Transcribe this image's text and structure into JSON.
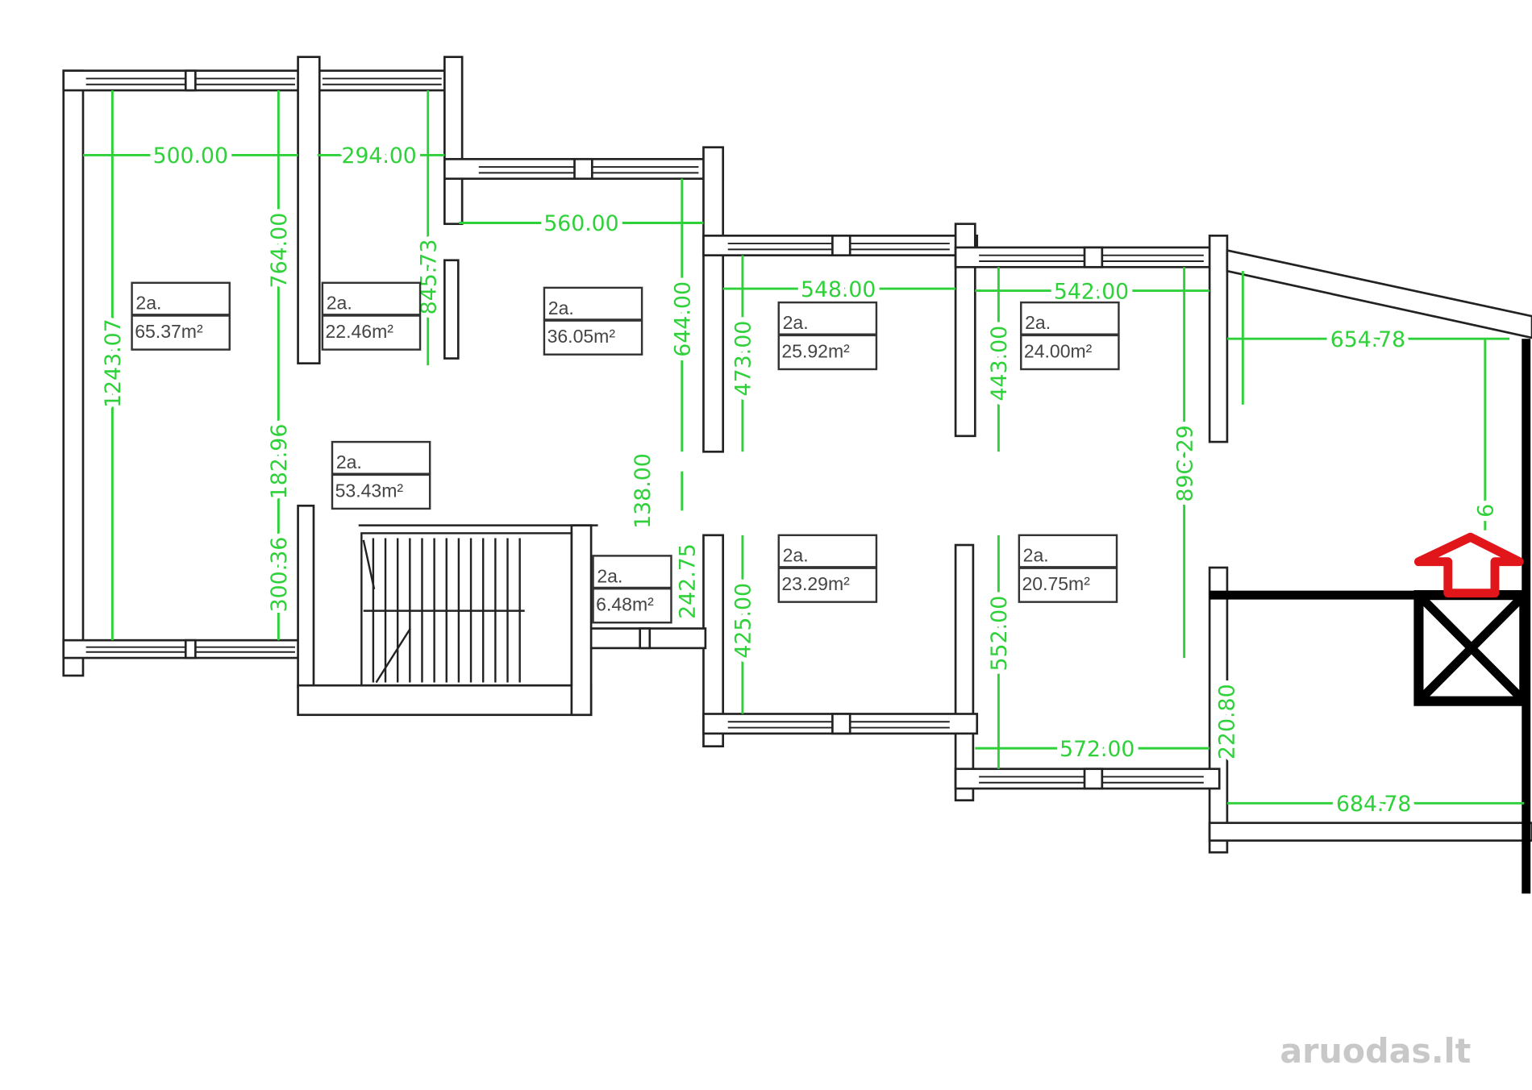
{
  "plan": {
    "rooms": [
      {
        "label": "2a.",
        "area": "65.37m²"
      },
      {
        "label": "2a.",
        "area": "22.46m²"
      },
      {
        "label": "2a.",
        "area": "36.05m²"
      },
      {
        "label": "2a.",
        "area": "53.43m²"
      },
      {
        "label": "2a.",
        "area": "25.92m²"
      },
      {
        "label": "2a.",
        "area": "24.00m²"
      },
      {
        "label": "2a.",
        "area": "23.29m²"
      },
      {
        "label": "2a.",
        "area": "20.75m²"
      },
      {
        "label": "2a.",
        "area": "6.48m²"
      }
    ],
    "dimensions": {
      "horizontal": [
        "500.00",
        "294.00",
        "560.00",
        "548.00",
        "542.00",
        "654.78",
        "572.00",
        "684.78"
      ],
      "vertical": [
        "1243.07",
        "764.00",
        "845.73",
        "644.00",
        "473.00",
        "443.00",
        "182.96",
        "300.36",
        "138.00",
        "242.75",
        "425.00",
        "552.00",
        "89C 29",
        "220.80",
        "6"
      ]
    },
    "colors": {
      "dimension": "#2fd13a",
      "wall": "#222222",
      "entrance_marker": "#e0161b"
    },
    "watermark": "aruodas.lt"
  }
}
